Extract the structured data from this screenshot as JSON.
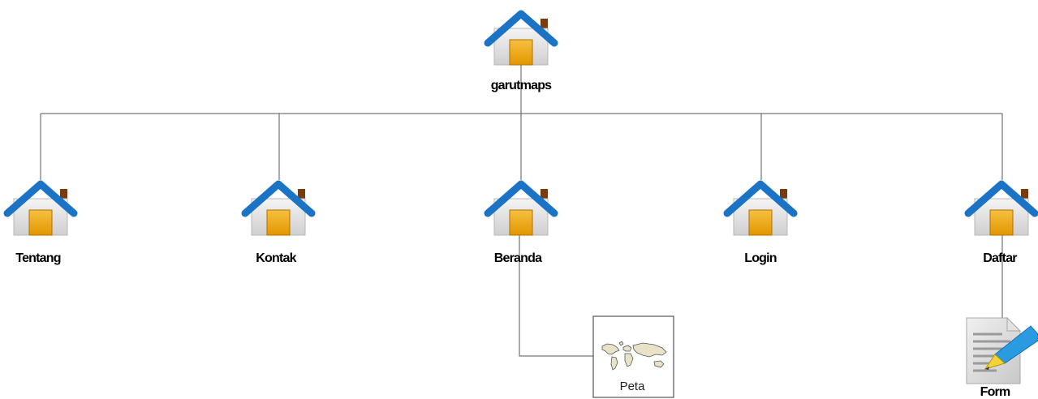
{
  "diagram": {
    "root": {
      "label": "garutmaps",
      "icon": "house-icon"
    },
    "children": [
      {
        "label": "Tentang",
        "icon": "house-icon"
      },
      {
        "label": "Kontak",
        "icon": "house-icon"
      },
      {
        "label": "Beranda",
        "icon": "house-icon"
      },
      {
        "label": "Login",
        "icon": "house-icon"
      },
      {
        "label": "Daftar",
        "icon": "house-icon"
      }
    ],
    "sub_nodes": [
      {
        "label": "Peta",
        "parent": "Beranda",
        "icon": "world-map-icon"
      },
      {
        "label": "Form",
        "parent": "Daftar",
        "icon": "form-document-icon"
      }
    ]
  },
  "colors": {
    "roof": "#1a73c4",
    "wall": "#d9d9d9",
    "door": "#f0a500",
    "chimney": "#7a3b10",
    "line": "#555555"
  }
}
